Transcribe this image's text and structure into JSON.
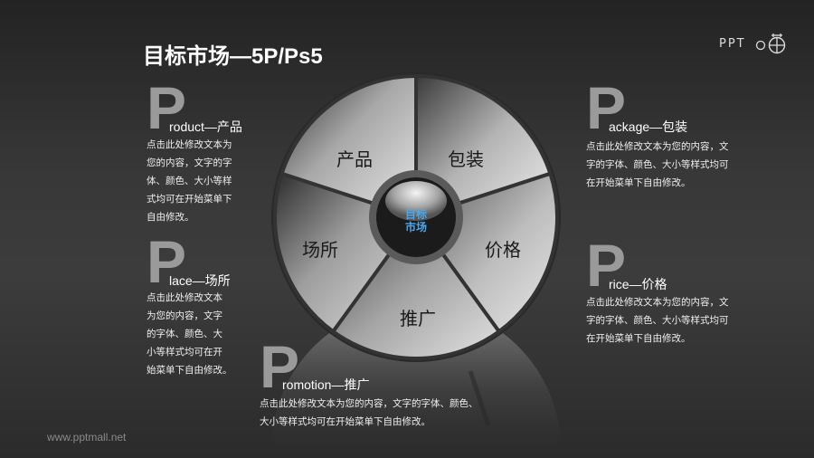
{
  "header": {
    "title": "目标市场—5P/Ps5",
    "logo_text": "PPT"
  },
  "wheel": {
    "center_label_line1": "目标",
    "center_label_line2": "市场",
    "segments": [
      {
        "label": "产品"
      },
      {
        "label": "包装"
      },
      {
        "label": "价格"
      },
      {
        "label": "推广"
      },
      {
        "label": "场所"
      }
    ],
    "colors": {
      "center_text": "#4aa8ee",
      "accent_letter": "#9a9a9a"
    }
  },
  "blocks": {
    "product": {
      "letter": "P",
      "heading": "roduct—产品",
      "lines": [
        "点击此处修改文本为",
        "您的内容，文字的字",
        "体、颜色、大小等样",
        "式均可在开始菜单下",
        "自由修改。"
      ]
    },
    "place": {
      "letter": "P",
      "heading": "lace—场所",
      "lines": [
        "点击此处修改文本",
        "为您的内容，文字",
        "的字体、颜色、大",
        "小等样式均可在开",
        "始菜单下自由修改。"
      ]
    },
    "package": {
      "letter": "P",
      "heading": "ackage—包装",
      "lines": [
        "点击此处修改文本为您的内容，文",
        "字的字体、颜色、大小等样式均可",
        "在开始菜单下自由修改。"
      ]
    },
    "price": {
      "letter": "P",
      "heading": "rice—价格",
      "lines": [
        "点击此处修改文本为您的内容，文",
        "字的字体、颜色、大小等样式均可",
        "在开始菜单下自由修改。"
      ]
    },
    "promotion": {
      "letter": "P",
      "heading": "romotion—推广",
      "lines": [
        "点击此处修改文本为您的内容，文字的字体、颜色、",
        "大小等样式均可在开始菜单下自由修改。"
      ]
    }
  },
  "footer": {
    "url": "www.pptmall.net"
  }
}
